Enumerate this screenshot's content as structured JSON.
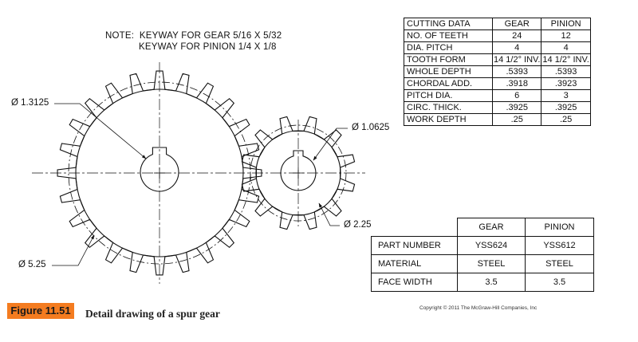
{
  "notes": {
    "line1": "NOTE:  KEYWAY FOR GEAR 5/16 X 5/32",
    "line2": "KEYWAY FOR PINION 1/4 X 1/8"
  },
  "dimensions": {
    "gear_bore": "Ø 1.3125",
    "pinion_bore": "Ø 1.0625",
    "gear_pitch": "Ø 5.25",
    "pinion_pitch": "Ø 2.25"
  },
  "cutting_data": {
    "headers": [
      "CUTTING DATA",
      "GEAR",
      "PINION"
    ],
    "rows": [
      [
        "NO. OF TEETH",
        "24",
        "12"
      ],
      [
        "DIA. PITCH",
        "4",
        "4"
      ],
      [
        "TOOTH FORM",
        "14 1/2° INV.",
        "14 1/2° INV."
      ],
      [
        "WHOLE DEPTH",
        ".5393",
        ".5393"
      ],
      [
        "CHORDAL ADD.",
        ".3918",
        ".3923"
      ],
      [
        "PITCH DIA.",
        "6",
        "3"
      ],
      [
        "CIRC. THICK.",
        ".3925",
        ".3925"
      ],
      [
        "WORK DEPTH",
        ".25",
        ".25"
      ]
    ]
  },
  "parts": {
    "headers": [
      "",
      "GEAR",
      "PINION"
    ],
    "rows": [
      [
        "PART NUMBER",
        "YSS624",
        "YSS612"
      ],
      [
        "MATERIAL",
        "STEEL",
        "STEEL"
      ],
      [
        "FACE WIDTH",
        "3.5",
        "3.5"
      ]
    ]
  },
  "figure": {
    "label": "Figure 11.51",
    "caption": "Detail drawing of a spur gear",
    "badge_color": "#f47c20"
  },
  "copyright": "Copyright © 2011 The McGraw-Hill Companies, Inc"
}
